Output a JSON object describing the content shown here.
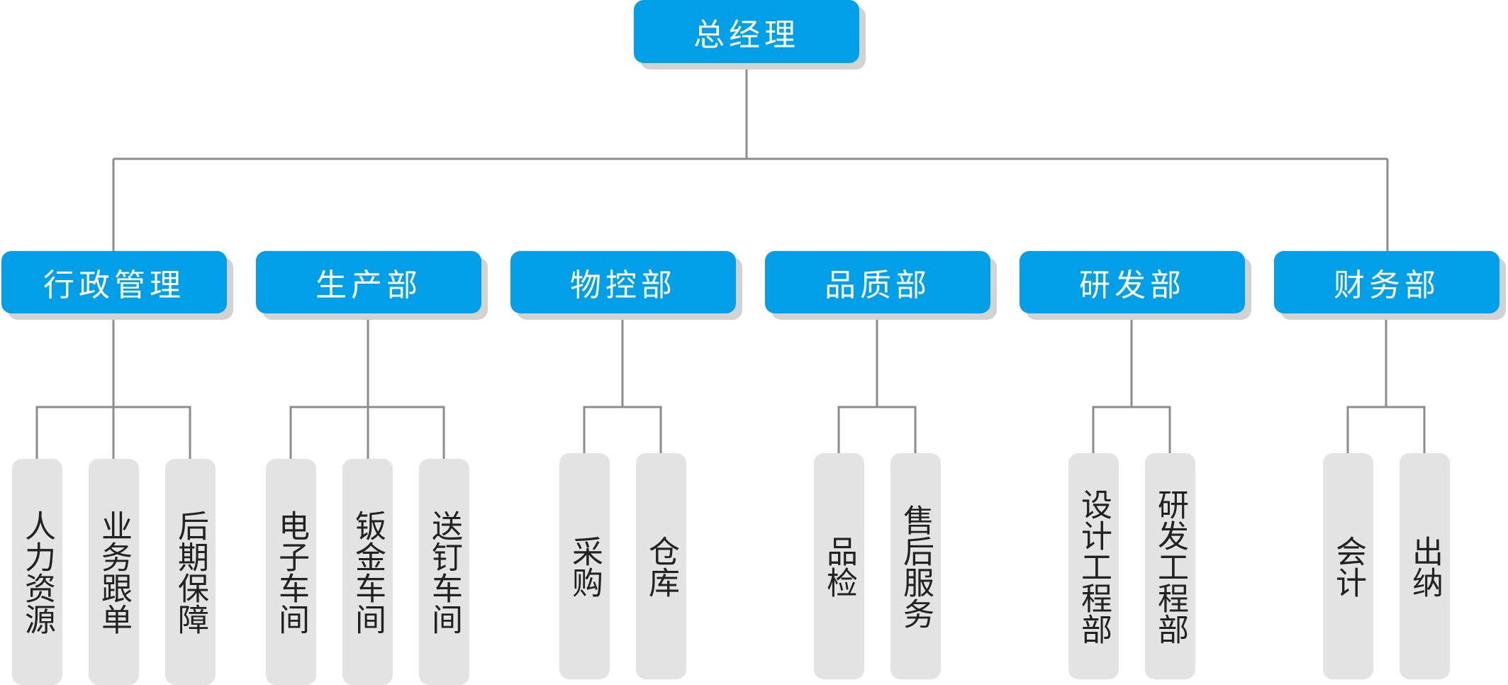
{
  "org_chart": {
    "root": "总经理",
    "departments": [
      {
        "name": "行政管理",
        "subunits": [
          "人力资源",
          "业务跟单",
          "后期保障"
        ]
      },
      {
        "name": "生产部",
        "subunits": [
          "电子车间",
          "钣金车间",
          "送钉车间"
        ]
      },
      {
        "name": "物控部",
        "subunits": [
          "采购",
          "仓库"
        ]
      },
      {
        "name": "品质部",
        "subunits": [
          "品检",
          "售后服务"
        ]
      },
      {
        "name": "研发部",
        "subunits": [
          "设计工程部",
          "研发工程部"
        ]
      },
      {
        "name": "财务部",
        "subunits": [
          "会计",
          "出纳"
        ]
      }
    ]
  },
  "colors": {
    "node_fill": "#009fe8",
    "node_text": "#ffffff",
    "subunit_fill": "#e3e3e3",
    "subunit_text": "#222222",
    "connector": "#8c8c8c",
    "shadow": "#d2d2d2"
  }
}
